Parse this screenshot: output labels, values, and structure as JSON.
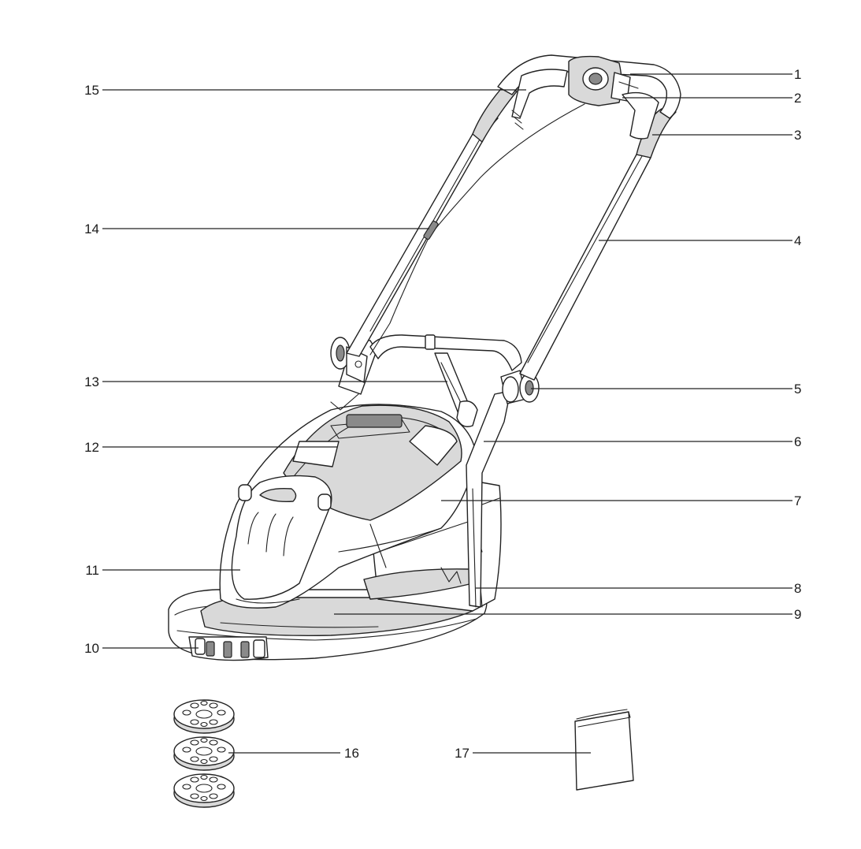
{
  "callouts": [
    {
      "id": "1",
      "text": "1"
    },
    {
      "id": "2",
      "text": "2"
    },
    {
      "id": "3",
      "text": "3"
    },
    {
      "id": "4",
      "text": "4"
    },
    {
      "id": "5",
      "text": "5"
    },
    {
      "id": "6",
      "text": "6"
    },
    {
      "id": "7",
      "text": "7"
    },
    {
      "id": "8",
      "text": "8"
    },
    {
      "id": "9",
      "text": "9"
    },
    {
      "id": "10",
      "text": "10"
    },
    {
      "id": "11",
      "text": "11"
    },
    {
      "id": "12",
      "text": "12"
    },
    {
      "id": "13",
      "text": "13"
    },
    {
      "id": "14",
      "text": "14"
    },
    {
      "id": "15",
      "text": "15"
    },
    {
      "id": "16",
      "text": "16"
    },
    {
      "id": "17",
      "text": "17"
    }
  ],
  "parts": {
    "main_unit": "hover-lawnmower-icon",
    "spacers": "height-spacer-icon",
    "manual": "instruction-manual-icon"
  },
  "colors": {
    "line": "#222222",
    "shade": "#d9d9d9",
    "background": "#ffffff"
  }
}
